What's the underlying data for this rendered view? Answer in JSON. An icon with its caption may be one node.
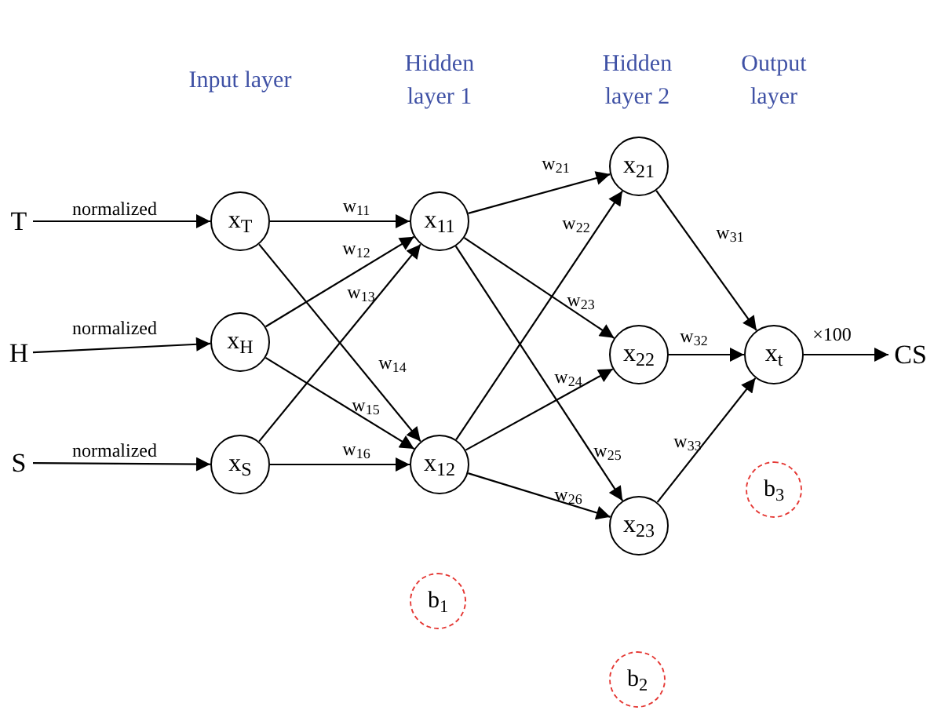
{
  "diagram": {
    "nodes": [
      {
        "text": [
          "T"
        ]
      },
      {
        "text": [
          "H"
        ]
      },
      {
        "text": [
          "S"
        ]
      },
      {
        "text": [
          "x$_{T}$"
        ]
      },
      {
        "text": [
          "x$_{H}$"
        ]
      },
      {
        "text": [
          "x$_{S}$"
        ]
      },
      {
        "text": [
          "x$_{11}$"
        ]
      },
      {
        "text": [
          "x$_{12}$"
        ]
      },
      {
        "text": [
          "x$_{21}$"
        ]
      },
      {
        "text": [
          "x$_{22}$"
        ]
      },
      {
        "text": [
          "x$_{23}$"
        ]
      },
      {
        "text": [
          "x$_{t}$"
        ]
      },
      {
        "text": [
          "CS"
        ]
      },
      {
        "text": [
          "b$_{1}$"
        ]
      },
      {
        "text": [
          "b$_{2}$"
        ]
      },
      {
        "text": [
          "b$_{3}$"
        ]
      }
    ],
    "edges": [
      {
        "from": 0,
        "to": 3,
        "arrow": "to",
        "label": "normalized"
      },
      {
        "from": 1,
        "to": 4,
        "arrow": "to",
        "label": "normalized"
      },
      {
        "from": 2,
        "to": 5,
        "arrow": "to",
        "label": "normalized"
      },
      {
        "from": 3,
        "to": 6,
        "arrow": "to",
        "label": "w$_{11}$"
      },
      {
        "from": 4,
        "to": 6,
        "arrow": "to",
        "label": "w$_{12}$"
      },
      {
        "from": 5,
        "to": 6,
        "arrow": "to",
        "label": "w$_{13}$"
      },
      {
        "from": 3,
        "to": 7,
        "arrow": "to",
        "label": "w$_{14}$"
      },
      {
        "from": 4,
        "to": 7,
        "arrow": "to",
        "label": "w$_{15}$"
      },
      {
        "from": 5,
        "to": 7,
        "arrow": "to",
        "label": "w$_{16}$"
      },
      {
        "from": 6,
        "to": 8,
        "arrow": "to",
        "label": "w$_{21}$"
      },
      {
        "from": 7,
        "to": 8,
        "arrow": "to",
        "label": "w$_{22}$"
      },
      {
        "from": 6,
        "to": 9,
        "arrow": "to",
        "label": "w$_{23}$"
      },
      {
        "from": 7,
        "to": 9,
        "arrow": "to",
        "label": "w$_{24}$"
      },
      {
        "from": 6,
        "to": 10,
        "arrow": "to",
        "label": "w$_{25}$"
      },
      {
        "from": 7,
        "to": 10,
        "arrow": "to",
        "label": "w$_{26}$"
      },
      {
        "from": 8,
        "to": 11,
        "arrow": "to",
        "label": "w$_{31}$"
      },
      {
        "from": 9,
        "to": 11,
        "arrow": "to",
        "label": "w$_{32}$"
      },
      {
        "from": 10,
        "to": 11,
        "arrow": "to",
        "label": "w$_{33}$"
      },
      {
        "from": 11,
        "to": 12,
        "arrow": "to",
        "label": "×100"
      }
    ],
    "labels": [
      "Input layer",
      "Hidden layer 1",
      "Hidden layer 2",
      "Output layer"
    ]
  }
}
